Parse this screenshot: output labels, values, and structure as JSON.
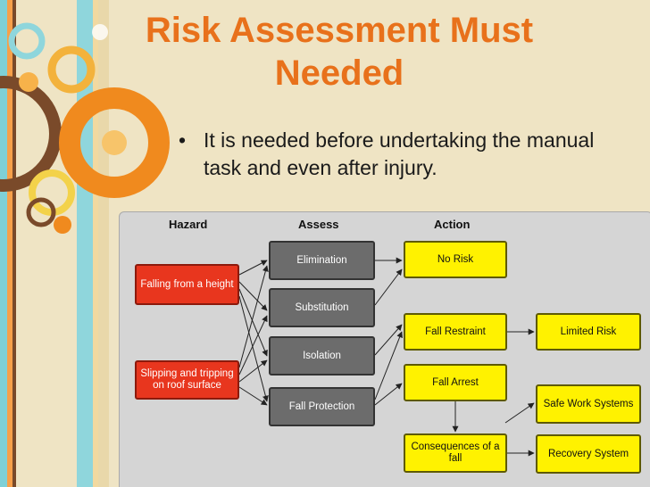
{
  "slide": {
    "title_line1": "Risk Assessment Must",
    "title_line2": "Needed",
    "bullet_symbol": "•",
    "bullet_text": "It is needed before undertaking the manual task and even after injury."
  },
  "diagram": {
    "headers": {
      "hazard": "Hazard",
      "assess": "Assess",
      "action": "Action"
    },
    "hazards": [
      "Falling from a height",
      "Slipping and tripping on roof surface"
    ],
    "assess": [
      "Elimination",
      "Substitution",
      "Isolation",
      "Fall Protection"
    ],
    "actions": [
      "No Risk",
      "Fall Restraint",
      "Fall Arrest",
      "Consequences of a fall"
    ],
    "outcomes": [
      "Limited Risk",
      "Safe Work Systems",
      "Recovery System"
    ]
  },
  "colors": {
    "title": "#e8711b",
    "hazard_box": "#e8361e",
    "assess_box": "#6c6c6c",
    "action_box": "#fff200",
    "panel": "#d5d5d5"
  }
}
